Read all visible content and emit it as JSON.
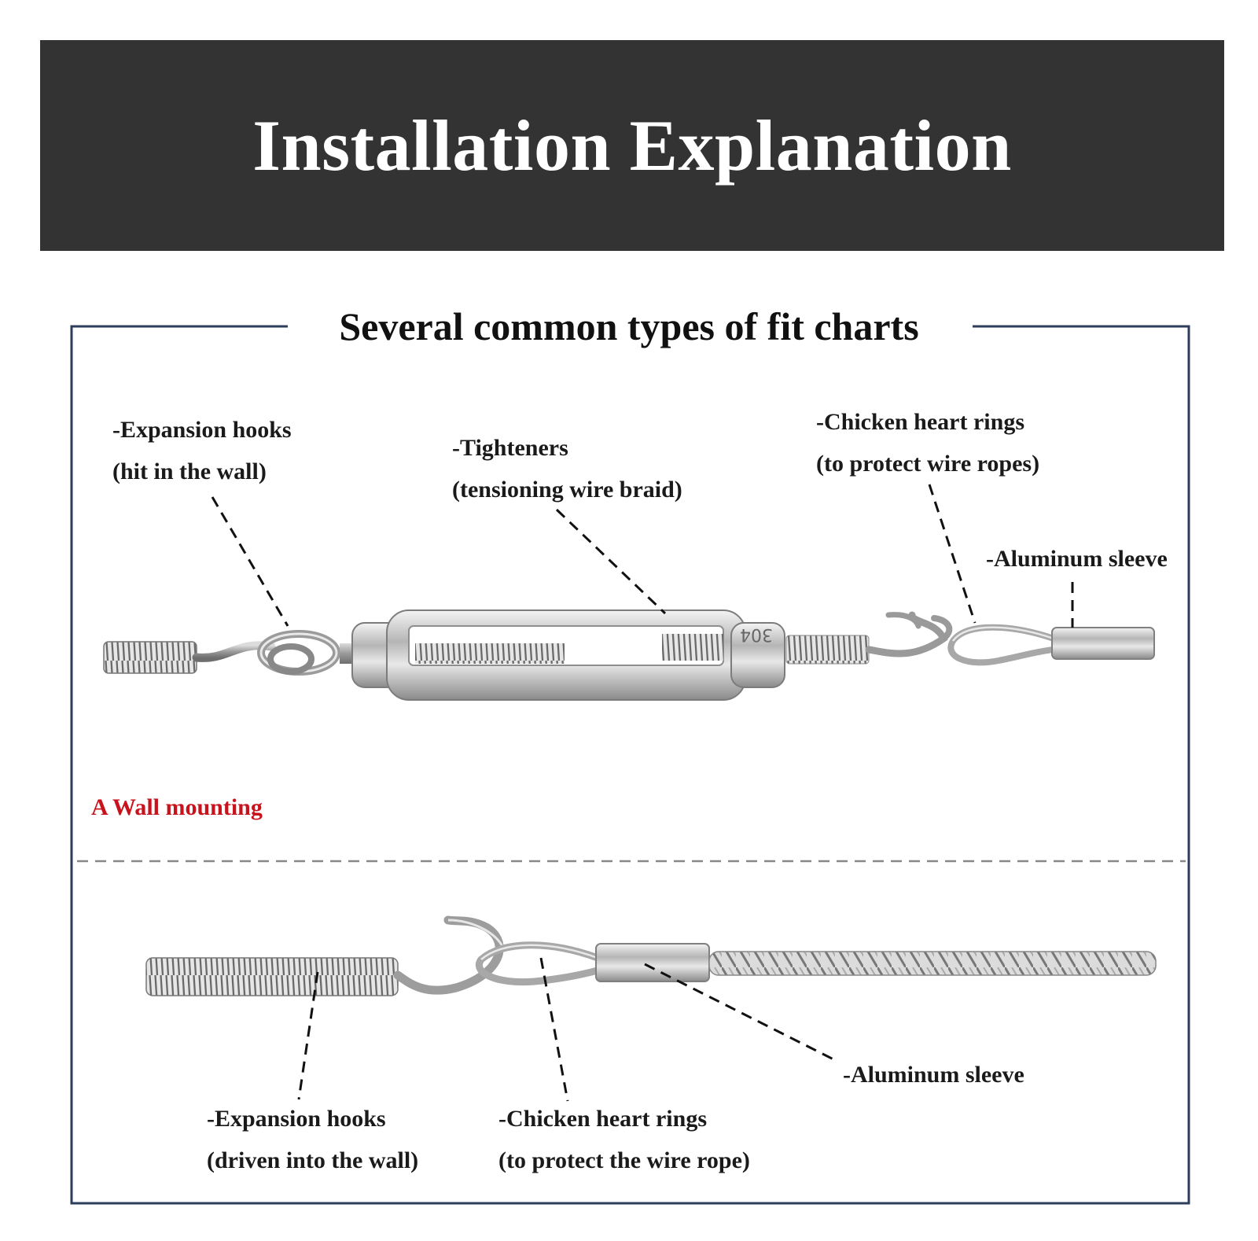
{
  "header": {
    "title": "Installation Explanation",
    "background": "#333333"
  },
  "subtitle": "Several common types of fit charts",
  "section_a": {
    "caption": "A Wall mounting",
    "caption_color": "#c8131c",
    "labels": {
      "expansion_hooks": {
        "line1": "-Expansion hooks",
        "line2": "(hit in the wall)"
      },
      "tighteners": {
        "line1": "-Tighteners",
        "line2": "(tensioning wire braid)"
      },
      "chicken_rings": {
        "line1": "-Chicken heart rings",
        "line2": "(to protect wire ropes)"
      },
      "aluminum_sleeve": {
        "line1": "-Aluminum sleeve"
      }
    },
    "turnbuckle_marking": "304"
  },
  "section_b": {
    "labels": {
      "expansion_hooks": {
        "line1": "-Expansion hooks",
        "line2": "(driven into the wall)"
      },
      "chicken_rings": {
        "line1": "-Chicken heart rings",
        "line2": "(to protect the wire rope)"
      },
      "aluminum_sleeve": {
        "line1": "-Aluminum sleeve"
      }
    }
  },
  "frame_color": "#2c3e5c"
}
